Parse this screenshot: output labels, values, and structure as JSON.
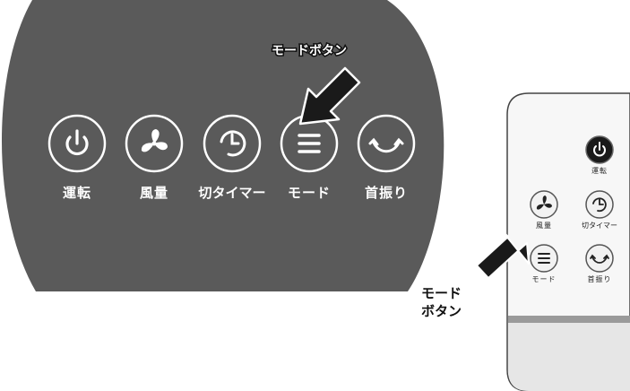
{
  "panel": {
    "buttons": [
      {
        "id": "power",
        "label": "運転",
        "icon": "power-icon"
      },
      {
        "id": "fan",
        "label": "風量",
        "icon": "fan-icon"
      },
      {
        "id": "timer",
        "label": "切タイマー",
        "icon": "timer-icon"
      },
      {
        "id": "mode",
        "label": "モード",
        "icon": "menu-lines-icon"
      },
      {
        "id": "swing",
        "label": "首振り",
        "icon": "swing-icon"
      }
    ],
    "callout": "モードボタン"
  },
  "remote": {
    "buttons": [
      {
        "id": "power",
        "label": "運転",
        "icon": "power-icon"
      },
      {
        "id": "fan",
        "label": "風量",
        "icon": "fan-icon"
      },
      {
        "id": "timer",
        "label": "切タイマー",
        "icon": "timer-icon"
      },
      {
        "id": "mode",
        "label": "モード",
        "icon": "menu-lines-icon"
      },
      {
        "id": "swing",
        "label": "首振り",
        "icon": "swing-icon"
      }
    ],
    "callout": {
      "line1": "モード",
      "line2": "ボタン"
    }
  },
  "colors": {
    "panel": "#5a5a5a",
    "ring": "#ffffff",
    "arrow": "#1a1a1a",
    "remote_body": "#f7f7f7",
    "remote_bottom": "#e6e6e6"
  }
}
